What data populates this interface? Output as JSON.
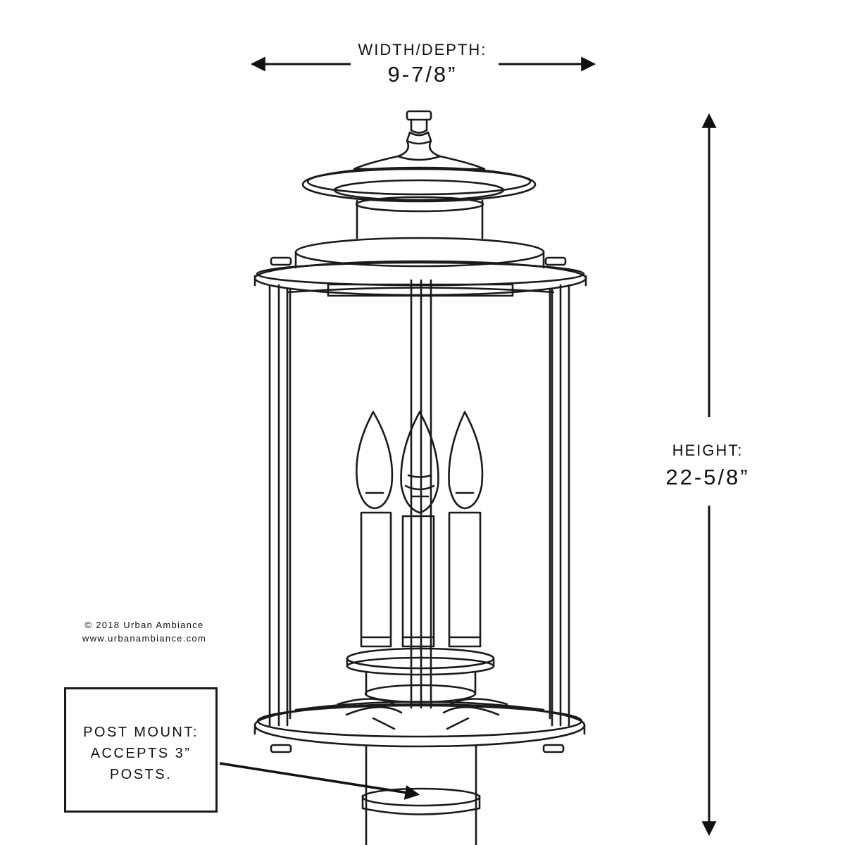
{
  "dimensions": {
    "width_label": "WIDTH/DEPTH:",
    "width_value": "9-7/8”",
    "height_label": "HEIGHT:",
    "height_value": "22-5/8”"
  },
  "copyright": {
    "line1": "© 2018 Urban Ambiance",
    "line2": "www.urbanambiance.com"
  },
  "note": {
    "line1": "POST MOUNT:",
    "line2": "ACCEPTS 3”",
    "line3": "POSTS."
  },
  "colors": {
    "ink": "#111111",
    "background": "#ffffff"
  },
  "icons": {
    "arrows": "double-headed-dimension-arrow",
    "pointer": "callout-arrow"
  }
}
